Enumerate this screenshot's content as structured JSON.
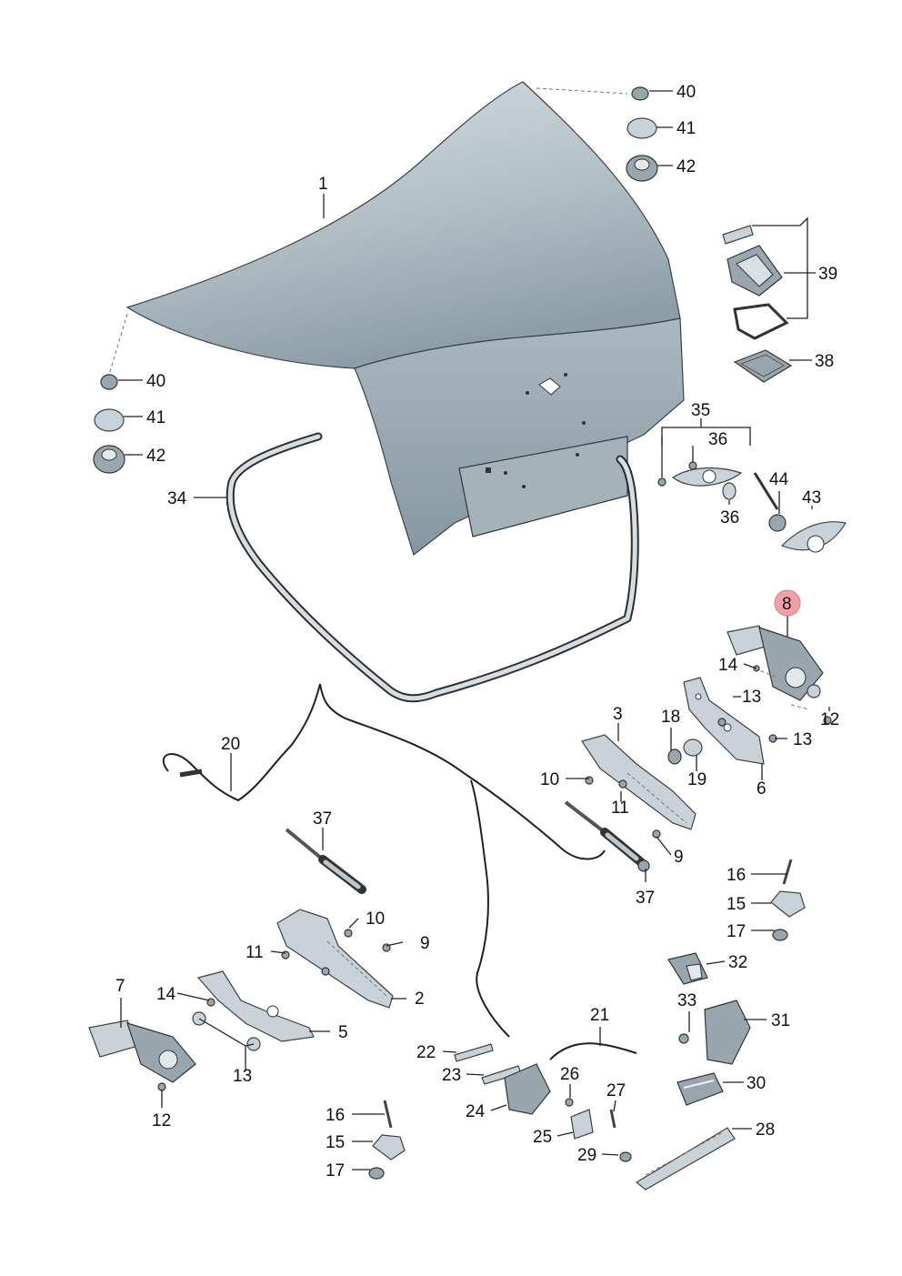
{
  "accent_color": "#f2a0a8",
  "labels": {
    "l1": "1",
    "l2": "2",
    "l3": "3",
    "l5": "5",
    "l6": "6",
    "l7": "7",
    "l8": "8",
    "l9a": "9",
    "l9b": "9",
    "l10a": "10",
    "l10b": "10",
    "l11a": "11",
    "l11b": "11",
    "l12a": "12",
    "l12b": "12",
    "l13a": "13",
    "l13b": "13",
    "l13c": "13",
    "l14a": "14",
    "l14b": "14",
    "l15a": "15",
    "l15b": "15",
    "l16a": "16",
    "l16b": "16",
    "l17a": "17",
    "l17b": "17",
    "l18": "18",
    "l19": "19",
    "l20": "20",
    "l21": "21",
    "l22": "22",
    "l23": "23",
    "l24": "24",
    "l25": "25",
    "l26": "26",
    "l27": "27",
    "l28": "28",
    "l29": "29",
    "l30": "30",
    "l31": "31",
    "l32": "32",
    "l33": "33",
    "l34": "34",
    "l35": "35",
    "l36a": "36",
    "l36b": "36",
    "l37a": "37",
    "l37b": "37",
    "l38": "38",
    "l39": "39",
    "l40a": "40",
    "l40b": "40",
    "l41a": "41",
    "l41b": "41",
    "l42a": "42",
    "l42b": "42",
    "l43": "43",
    "l44": "44"
  }
}
